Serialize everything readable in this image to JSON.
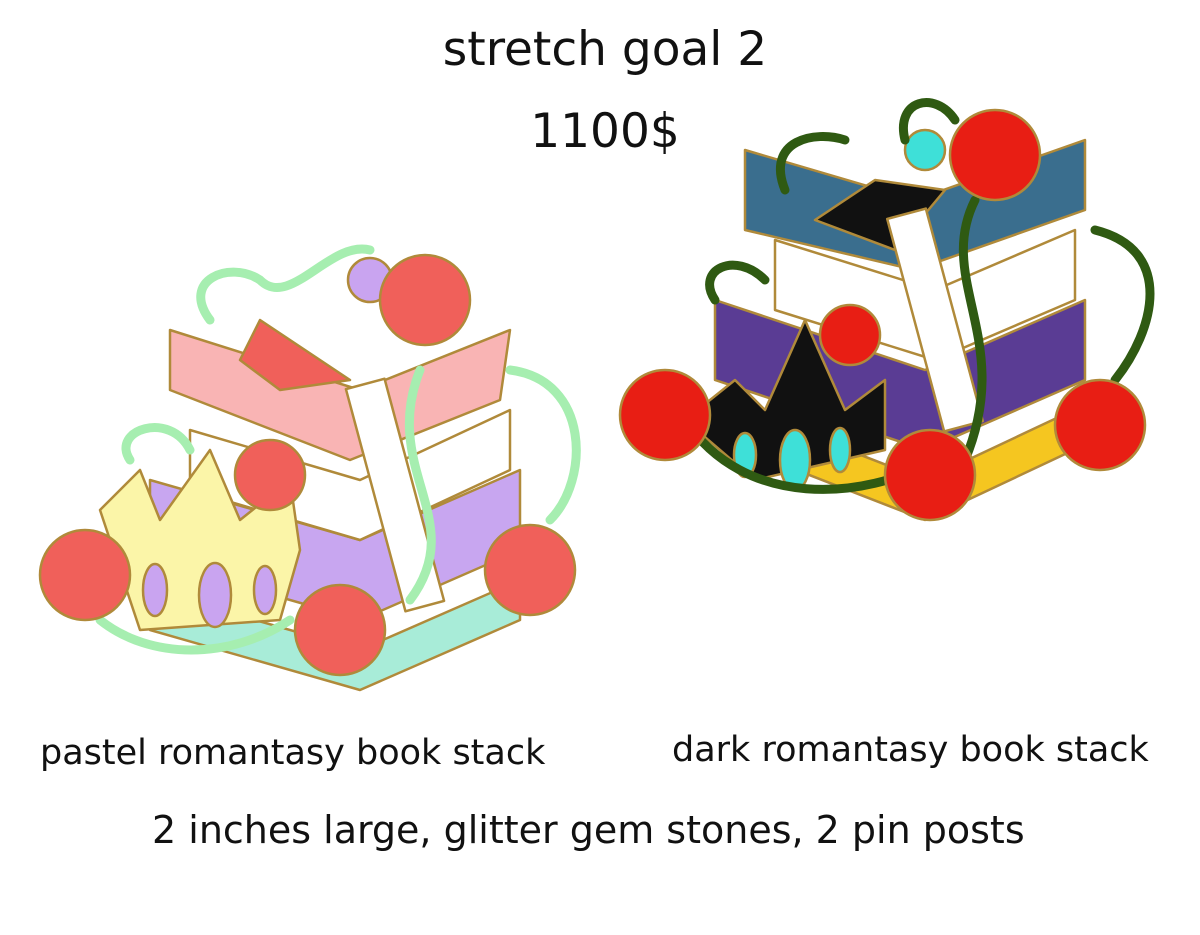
{
  "header": {
    "title": "stretch goal 2",
    "price": "1100$"
  },
  "pins": [
    {
      "caption": "pastel romantasy book stack",
      "palette": {
        "book_top": "#f9b4b4",
        "book_mid": "#c8a6f0",
        "book_base": "#a8ecd8",
        "crown": "#fbf5a8",
        "gems": "#c9a4f0",
        "thorns": "#a6eeb0",
        "roses": "#f0605a",
        "outline": "#b08a3a"
      }
    },
    {
      "caption": "dark romantasy book stack",
      "palette": {
        "book_top": "#3a6e8e",
        "book_mid": "#5a3c94",
        "book_base": "#f5c620",
        "crown": "#111111",
        "gems": "#3ee0d8",
        "thorns": "#2f5a12",
        "roses": "#e81e14",
        "outline": "#b08a3a"
      }
    }
  ],
  "footer": {
    "specs": "2 inches large, glitter gem stones, 2 pin posts"
  }
}
